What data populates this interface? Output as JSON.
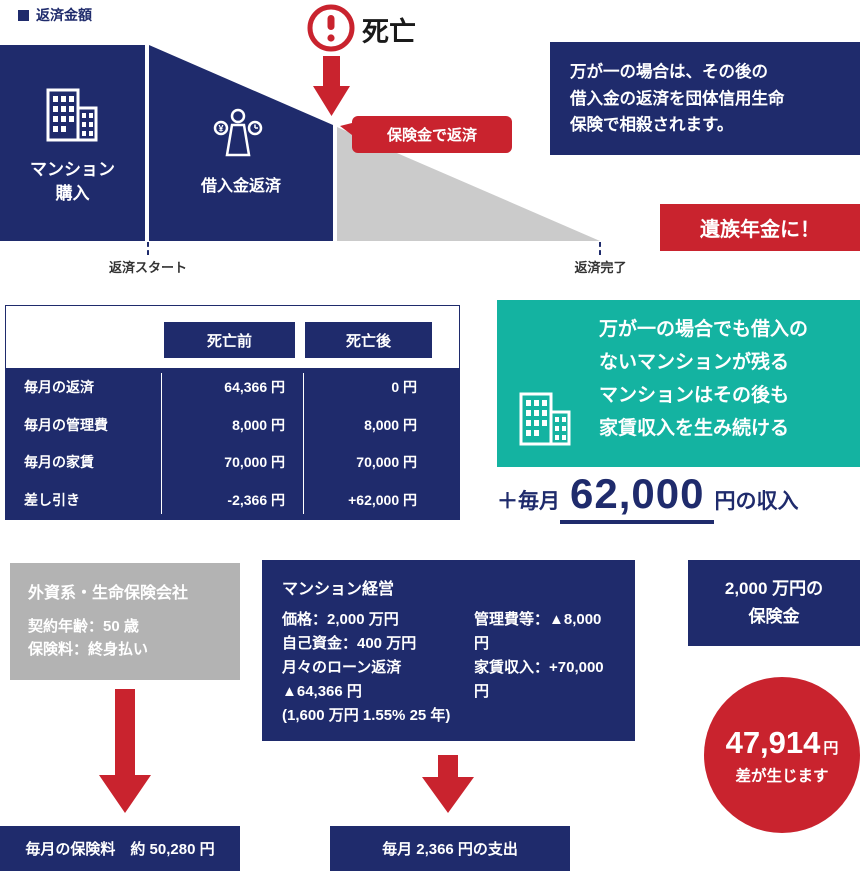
{
  "colors": {
    "navy": "#1f2b6c",
    "red": "#c9232e",
    "teal": "#14b3a1",
    "gray": "#b3b3b3",
    "slope_gray": "#cbcbcb"
  },
  "legend": {
    "label": "返済金額"
  },
  "timeline": {
    "purchase_label_line1": "マンション",
    "purchase_label_line2": "購入",
    "repayment_label": "借入金返済",
    "death_label": "死亡",
    "bubble_label": "保険金で返済",
    "start_label": "返済スタート",
    "end_label": "返済完了"
  },
  "note_box": {
    "lines": [
      "万が一の場合は、その後の",
      "借入金の返済を団体信用生命",
      "保険で相殺されます。"
    ]
  },
  "pension_badge": {
    "label": "遺族年金に！"
  },
  "comparison_table": {
    "headers": [
      "死亡前",
      "死亡後"
    ],
    "rows": [
      {
        "label": "毎月の返済",
        "before": "64,366 円",
        "after": "0 円"
      },
      {
        "label": "毎月の管理費",
        "before": "8,000 円",
        "after": "8,000 円"
      },
      {
        "label": "毎月の家賃",
        "before": "70,000 円",
        "after": "70,000 円"
      },
      {
        "label": "差し引き",
        "before": "-2,366 円",
        "after": "+62,000 円"
      }
    ]
  },
  "teal_panel": {
    "lines": [
      "万が一の場合でも借入の",
      "ないマンションが残る",
      "マンションはその後も",
      "家賃収入を生み続ける"
    ]
  },
  "income_line": {
    "prefix": "＋毎月",
    "amount": "62,000",
    "suffix": "円の収入"
  },
  "insurer_panel": {
    "title": "外資系・生命保険会社",
    "lines": [
      "契約年齢：50 歳",
      "保険料：終身払い"
    ]
  },
  "mansion_panel": {
    "title": "マンション経営",
    "left_lines": [
      "価格：2,000 万円",
      "自己資金：400 万円",
      "月々のローン返済",
      "▲64,366 円",
      "(1,600 万円 1.55% 25 年)"
    ],
    "right_lines": [
      "管理費等：▲8,000 円",
      "家賃収入：+70,000 円"
    ]
  },
  "benefit_box": {
    "lines": [
      "2,000 万円の",
      "保険金"
    ]
  },
  "difference_circle": {
    "amount": "47,914",
    "unit": "円",
    "caption": "差が生じます"
  },
  "bottom_bars": {
    "premium": "毎月の保険料　約 50,280 円",
    "expense": "毎月 2,366 円の支出"
  }
}
